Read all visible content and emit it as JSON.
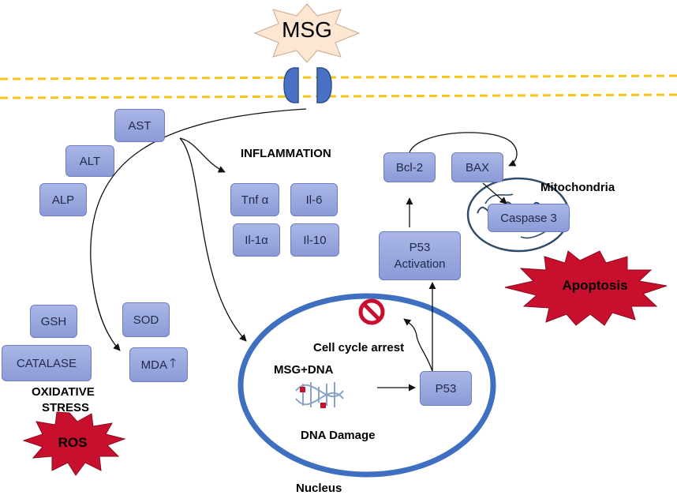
{
  "msg_label": "MSG",
  "markers": {
    "ast": "AST",
    "alt": "ALT",
    "alp": "ALP"
  },
  "inflammation": {
    "title": "INFLAMMATION",
    "tnf": "Tnf α",
    "il6": "Il-6",
    "il1": "Il-1α",
    "il10": "Il-10"
  },
  "oxidative": {
    "gsh": "GSH",
    "sod": "SOD",
    "catalase": "CATALASE",
    "mda": "MDA",
    "title_line1": "OXIDATIVE",
    "title_line2": "STRESS",
    "ros": "ROS"
  },
  "apoptosis_path": {
    "bcl2": "Bcl-2",
    "bax": "BAX",
    "mitochondria": "Mitochondria",
    "caspase3": "Caspase 3",
    "p53_activation_line1": "P53",
    "p53_activation_line2": "Activation",
    "apoptosis": "Apoptosis"
  },
  "nucleus": {
    "cell_cycle_arrest": "Cell cycle arrest",
    "msg_dna": "MSG+DNA",
    "p53": "P53",
    "dna_damage": "DNA Damage",
    "nucleus_label": "Nucleus"
  },
  "icons": [
    "no-entry-icon",
    "dna-helix-icon",
    "mitochondria-icon",
    "up-arrow-icon"
  ],
  "colors": {
    "box_fill": "#9aa8df",
    "box_border": "#6c7cbf",
    "membrane": "#f5c518",
    "channel": "#4a72c4",
    "nucleus_ring": "#3f6fc1",
    "burst_red": "#c8102e",
    "msg_star": "#fde6d2"
  }
}
